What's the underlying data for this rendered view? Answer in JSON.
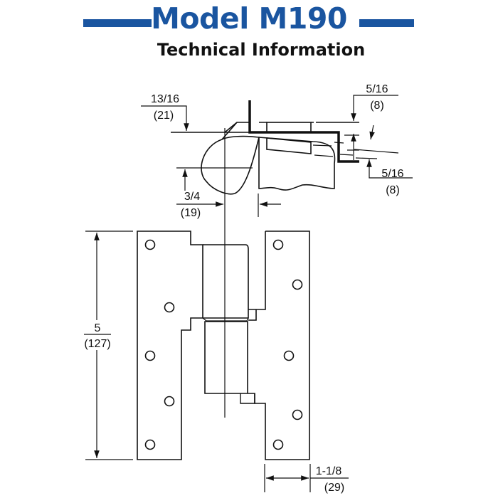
{
  "header": {
    "title": "Model M190",
    "subtitle": "Technical Information"
  },
  "colors": {
    "accent": "#1a55a0",
    "line": "#111111"
  },
  "dimensions": {
    "top_offset": {
      "fraction": "13/16",
      "mm": "(21)"
    },
    "leaf_top": {
      "fraction": "5/16",
      "mm": "(8)"
    },
    "leaf_bottom": {
      "fraction": "5/16",
      "mm": "(8)"
    },
    "pivot_offset": {
      "fraction": "3/4",
      "mm": "(19)"
    },
    "height": {
      "fraction": "5",
      "mm": "(127)"
    },
    "leaf_width": {
      "fraction": "1-1/8",
      "mm": "(29)"
    }
  }
}
